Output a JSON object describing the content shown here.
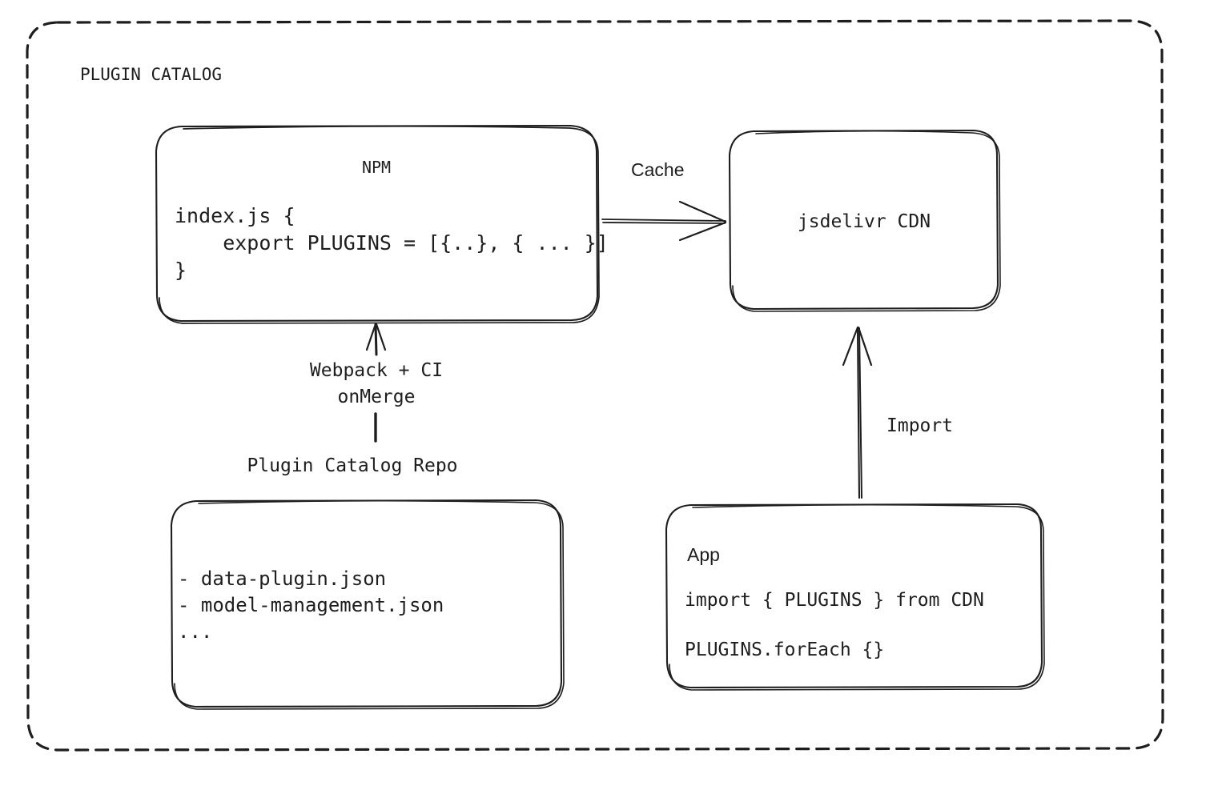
{
  "diagram": {
    "group_title": "PLUGIN CATALOG",
    "background_color": "#ffffff",
    "stroke_color": "#1e1e1e",
    "nodes": {
      "npm": {
        "title": "NPM",
        "code": "index.js {\n    export PLUGINS = [{..}, { ... }]\n}"
      },
      "cdn": {
        "title": "jsdelivr CDN"
      },
      "repo": {
        "heading": "Plugin Catalog Repo",
        "files": "- data-plugin.json\n- model-management.json\n..."
      },
      "app": {
        "title": "App",
        "line1": "import { PLUGINS } from CDN",
        "line2": "PLUGINS.forEach {}"
      }
    },
    "edges": {
      "cache": "Cache",
      "webpack": "Webpack + CI\nonMerge",
      "import": "Import"
    }
  }
}
